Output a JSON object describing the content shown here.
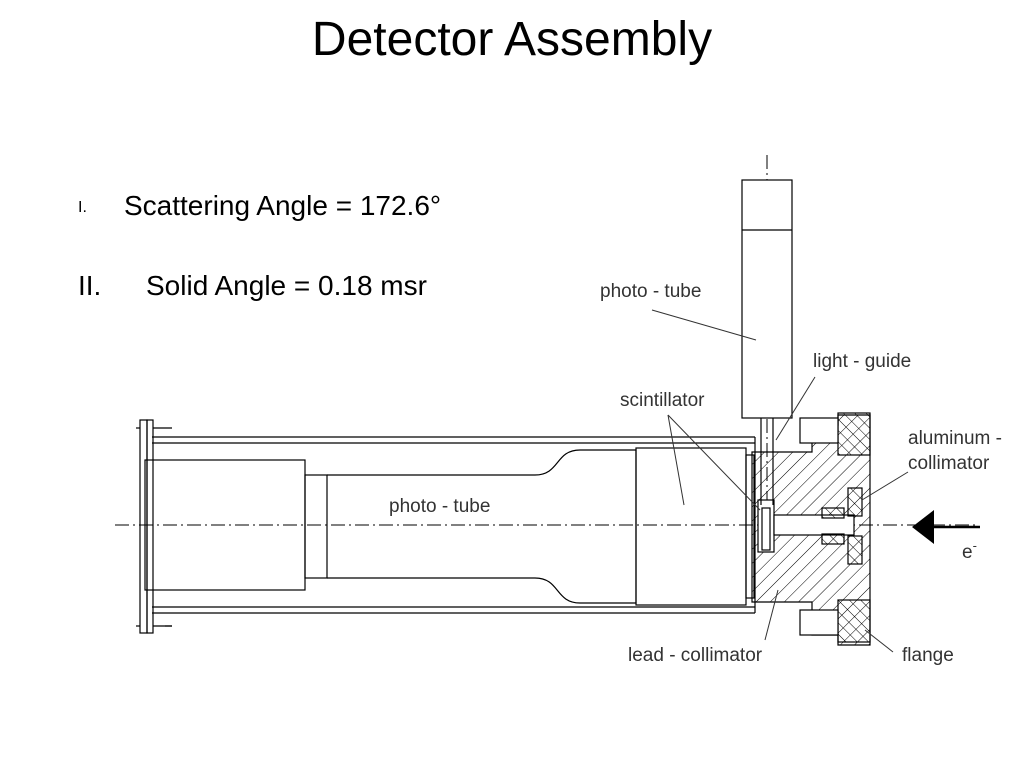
{
  "slide": {
    "title": "Detector Assembly"
  },
  "bullets": [
    {
      "number": "I.",
      "text": "Scattering Angle = 172.6°"
    },
    {
      "number": "II.",
      "text": "Solid Angle = 0.18 msr"
    }
  ],
  "diagram": {
    "labels": {
      "photo_tube_vertical": "photo - tube",
      "light_guide": "light - guide",
      "scintillator": "scintillator",
      "aluminum_collimator_line1": "aluminum -",
      "aluminum_collimator_line2": "collimator",
      "photo_tube_horizontal": "photo - tube",
      "beam_symbol": "e",
      "beam_charge": "-",
      "lead_collimator": "lead - collimator",
      "flange": "flange"
    },
    "colors": {
      "line": "#000000",
      "leader": "#333333",
      "label": "#333333"
    }
  }
}
